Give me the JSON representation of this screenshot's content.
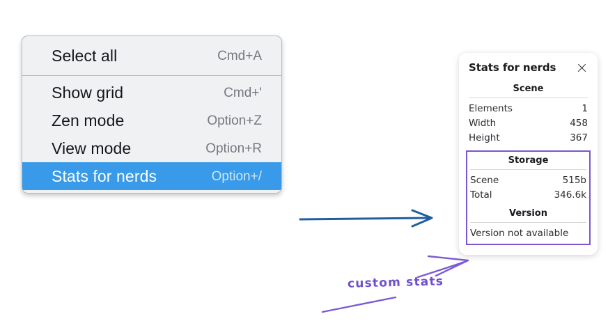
{
  "menu": {
    "groups": [
      {
        "items": [
          {
            "label": "Select all",
            "shortcut": "Cmd+A",
            "selected": false
          }
        ]
      },
      {
        "items": [
          {
            "label": "Show grid",
            "shortcut": "Cmd+'",
            "selected": false
          },
          {
            "label": "Zen mode",
            "shortcut": "Option+Z",
            "selected": false
          },
          {
            "label": "View mode",
            "shortcut": "Option+R",
            "selected": false
          },
          {
            "label": "Stats for nerds",
            "shortcut": "Option+/",
            "selected": true
          }
        ]
      }
    ],
    "selected_bg": "#389ae8"
  },
  "stats_panel": {
    "title": "Stats for nerds",
    "close_icon": "close-icon",
    "scene": {
      "heading": "Scene",
      "rows": [
        {
          "label": "Elements",
          "value": "1"
        },
        {
          "label": "Width",
          "value": "458"
        },
        {
          "label": "Height",
          "value": "367"
        }
      ]
    },
    "storage": {
      "heading": "Storage",
      "rows": [
        {
          "label": "Scene",
          "value": "515b"
        },
        {
          "label": "Total",
          "value": "346.6k"
        }
      ]
    },
    "version": {
      "heading": "Version",
      "text": "Version not available"
    },
    "highlight_color": "#7c55cf"
  },
  "annotations": {
    "custom_stats_label": "custom stats",
    "arrow_blue_color": "#1f5fa0",
    "arrow_purple_color": "#7b5ad6"
  }
}
